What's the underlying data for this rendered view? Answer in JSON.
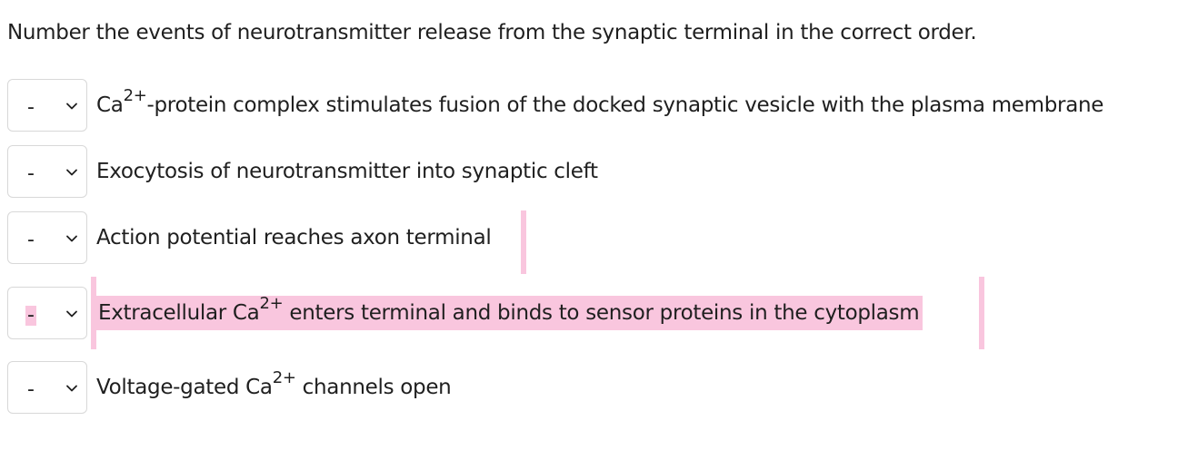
{
  "question": {
    "text": "Number the events of neurotransmitter release from the synaptic terminal in the correct order."
  },
  "items": [
    {
      "selected": "-",
      "pre": "Ca",
      "sup": "2+",
      "post": "-protein complex stimulates fusion of the docked synaptic vesicle with the plasma membrane"
    },
    {
      "selected": "-",
      "pre": "Exocytosis of neurotransmitter into synaptic cleft",
      "sup": "",
      "post": ""
    },
    {
      "selected": "-",
      "pre": "Action potential reaches axon terminal",
      "sup": "",
      "post": ""
    },
    {
      "selected": "-",
      "pre": "Extracellular Ca",
      "sup": "2+",
      "post": " enters terminal and binds to sensor proteins in the cytoplasm"
    },
    {
      "selected": "-",
      "pre": "Voltage-gated Ca",
      "sup": "2+",
      "post": " channels open"
    }
  ],
  "colors": {
    "highlight": "#f9c6de",
    "border": "#d8d8d8",
    "text": "#1f1f1f"
  },
  "icons": {
    "dropdown": "chevron-down-icon"
  }
}
